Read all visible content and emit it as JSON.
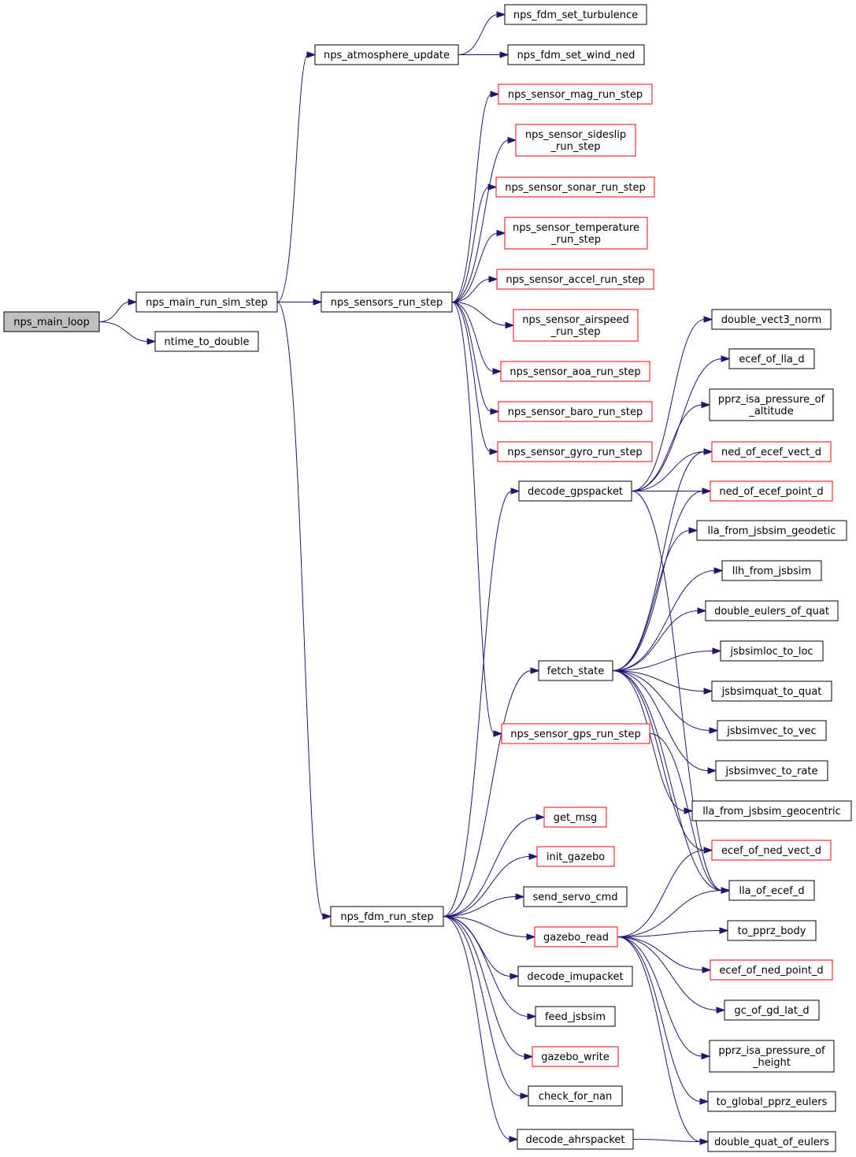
{
  "colors": {
    "edge": "#191970",
    "node_border": "#000000",
    "node_border_incomplete": "#ff0000",
    "root_fill": "#bfbfbf"
  },
  "nodes": {
    "nps_main_loop": {
      "label": [
        "nps_main_loop"
      ],
      "style": "root"
    },
    "nps_main_run_sim_step": {
      "label": [
        "nps_main_run_sim_step"
      ],
      "style": "black"
    },
    "ntime_to_double": {
      "label": [
        "ntime_to_double"
      ],
      "style": "black"
    },
    "nps_atmosphere_update": {
      "label": [
        "nps_atmosphere_update"
      ],
      "style": "black"
    },
    "nps_fdm_set_turbulence": {
      "label": [
        "nps_fdm_set_turbulence"
      ],
      "style": "black"
    },
    "nps_fdm_set_wind_ned": {
      "label": [
        "nps_fdm_set_wind_ned"
      ],
      "style": "black"
    },
    "nps_sensors_run_step": {
      "label": [
        "nps_sensors_run_step"
      ],
      "style": "black"
    },
    "nps_sensor_mag_run_step": {
      "label": [
        "nps_sensor_mag_run_step"
      ],
      "style": "red"
    },
    "nps_sensor_sideslip_run_step": {
      "label": [
        "nps_sensor_sideslip",
        "_run_step"
      ],
      "style": "red"
    },
    "nps_sensor_sonar_run_step": {
      "label": [
        "nps_sensor_sonar_run_step"
      ],
      "style": "red"
    },
    "nps_sensor_temperature_run_step": {
      "label": [
        "nps_sensor_temperature",
        "_run_step"
      ],
      "style": "red"
    },
    "nps_sensor_accel_run_step": {
      "label": [
        "nps_sensor_accel_run_step"
      ],
      "style": "red"
    },
    "nps_sensor_airspeed_run_step": {
      "label": [
        "nps_sensor_airspeed",
        "_run_step"
      ],
      "style": "red"
    },
    "nps_sensor_aoa_run_step": {
      "label": [
        "nps_sensor_aoa_run_step"
      ],
      "style": "red"
    },
    "nps_sensor_baro_run_step": {
      "label": [
        "nps_sensor_baro_run_step"
      ],
      "style": "red"
    },
    "nps_sensor_gyro_run_step": {
      "label": [
        "nps_sensor_gyro_run_step"
      ],
      "style": "red"
    },
    "nps_sensor_gps_run_step": {
      "label": [
        "nps_sensor_gps_run_step"
      ],
      "style": "red"
    },
    "decode_gpspacket": {
      "label": [
        "decode_gpspacket"
      ],
      "style": "black"
    },
    "fetch_state": {
      "label": [
        "fetch_state"
      ],
      "style": "black"
    },
    "nps_fdm_run_step": {
      "label": [
        "nps_fdm_run_step"
      ],
      "style": "black"
    },
    "double_vect3_norm": {
      "label": [
        "double_vect3_norm"
      ],
      "style": "black"
    },
    "ecef_of_lla_d": {
      "label": [
        "ecef_of_lla_d"
      ],
      "style": "black"
    },
    "pprz_isa_pressure_of_altitude": {
      "label": [
        "pprz_isa_pressure_of",
        "_altitude"
      ],
      "style": "black"
    },
    "ned_of_ecef_vect_d": {
      "label": [
        "ned_of_ecef_vect_d"
      ],
      "style": "red"
    },
    "ned_of_ecef_point_d": {
      "label": [
        "ned_of_ecef_point_d"
      ],
      "style": "red"
    },
    "lla_from_jsbsim_geodetic": {
      "label": [
        "lla_from_jsbsim_geodetic"
      ],
      "style": "black"
    },
    "llh_from_jsbsim": {
      "label": [
        "llh_from_jsbsim"
      ],
      "style": "black"
    },
    "double_eulers_of_quat": {
      "label": [
        "double_eulers_of_quat"
      ],
      "style": "black"
    },
    "jsbsimloc_to_loc": {
      "label": [
        "jsbsimloc_to_loc"
      ],
      "style": "black"
    },
    "jsbsimquat_to_quat": {
      "label": [
        "jsbsimquat_to_quat"
      ],
      "style": "black"
    },
    "jsbsimvec_to_vec": {
      "label": [
        "jsbsimvec_to_vec"
      ],
      "style": "black"
    },
    "jsbsimvec_to_rate": {
      "label": [
        "jsbsimvec_to_rate"
      ],
      "style": "black"
    },
    "lla_from_jsbsim_geocentric": {
      "label": [
        "lla_from_jsbsim_geocentric"
      ],
      "style": "black"
    },
    "ecef_of_ned_vect_d": {
      "label": [
        "ecef_of_ned_vect_d"
      ],
      "style": "red"
    },
    "lla_of_ecef_d": {
      "label": [
        "lla_of_ecef_d"
      ],
      "style": "black"
    },
    "get_msg": {
      "label": [
        "get_msg"
      ],
      "style": "red"
    },
    "init_gazebo": {
      "label": [
        "init_gazebo"
      ],
      "style": "red"
    },
    "send_servo_cmd": {
      "label": [
        "send_servo_cmd"
      ],
      "style": "black"
    },
    "gazebo_read": {
      "label": [
        "gazebo_read"
      ],
      "style": "red"
    },
    "decode_imupacket": {
      "label": [
        "decode_imupacket"
      ],
      "style": "black"
    },
    "feed_jsbsim": {
      "label": [
        "feed_jsbsim"
      ],
      "style": "black"
    },
    "gazebo_write": {
      "label": [
        "gazebo_write"
      ],
      "style": "red"
    },
    "check_for_nan": {
      "label": [
        "check_for_nan"
      ],
      "style": "black"
    },
    "decode_ahrspacket": {
      "label": [
        "decode_ahrspacket"
      ],
      "style": "black"
    },
    "to_pprz_body": {
      "label": [
        "to_pprz_body"
      ],
      "style": "black"
    },
    "ecef_of_ned_point_d": {
      "label": [
        "ecef_of_ned_point_d"
      ],
      "style": "red"
    },
    "gc_of_gd_lat_d": {
      "label": [
        "gc_of_gd_lat_d"
      ],
      "style": "black"
    },
    "pprz_isa_pressure_of_height": {
      "label": [
        "pprz_isa_pressure_of",
        "_height"
      ],
      "style": "black"
    },
    "to_global_pprz_eulers": {
      "label": [
        "to_global_pprz_eulers"
      ],
      "style": "black"
    },
    "double_quat_of_eulers": {
      "label": [
        "double_quat_of_eulers"
      ],
      "style": "black"
    }
  },
  "edges": [
    [
      "nps_main_loop",
      "nps_main_run_sim_step"
    ],
    [
      "nps_main_loop",
      "ntime_to_double"
    ],
    [
      "nps_main_run_sim_step",
      "nps_atmosphere_update"
    ],
    [
      "nps_main_run_sim_step",
      "nps_sensors_run_step"
    ],
    [
      "nps_main_run_sim_step",
      "nps_fdm_run_step"
    ],
    [
      "nps_atmosphere_update",
      "nps_fdm_set_turbulence"
    ],
    [
      "nps_atmosphere_update",
      "nps_fdm_set_wind_ned"
    ],
    [
      "nps_sensors_run_step",
      "nps_sensor_mag_run_step"
    ],
    [
      "nps_sensors_run_step",
      "nps_sensor_sideslip_run_step"
    ],
    [
      "nps_sensors_run_step",
      "nps_sensor_sonar_run_step"
    ],
    [
      "nps_sensors_run_step",
      "nps_sensor_temperature_run_step"
    ],
    [
      "nps_sensors_run_step",
      "nps_sensor_accel_run_step"
    ],
    [
      "nps_sensors_run_step",
      "nps_sensor_airspeed_run_step"
    ],
    [
      "nps_sensors_run_step",
      "nps_sensor_aoa_run_step"
    ],
    [
      "nps_sensors_run_step",
      "nps_sensor_baro_run_step"
    ],
    [
      "nps_sensors_run_step",
      "nps_sensor_gyro_run_step"
    ],
    [
      "nps_sensors_run_step",
      "nps_sensor_gps_run_step"
    ],
    [
      "decode_gpspacket",
      "double_vect3_norm"
    ],
    [
      "decode_gpspacket",
      "ecef_of_lla_d"
    ],
    [
      "decode_gpspacket",
      "pprz_isa_pressure_of_altitude"
    ],
    [
      "decode_gpspacket",
      "ned_of_ecef_vect_d"
    ],
    [
      "decode_gpspacket",
      "ned_of_ecef_point_d"
    ],
    [
      "decode_gpspacket",
      "lla_of_ecef_d"
    ],
    [
      "fetch_state",
      "ned_of_ecef_vect_d"
    ],
    [
      "fetch_state",
      "ned_of_ecef_point_d"
    ],
    [
      "fetch_state",
      "lla_from_jsbsim_geodetic"
    ],
    [
      "fetch_state",
      "llh_from_jsbsim"
    ],
    [
      "fetch_state",
      "double_eulers_of_quat"
    ],
    [
      "fetch_state",
      "jsbsimloc_to_loc"
    ],
    [
      "fetch_state",
      "jsbsimquat_to_quat"
    ],
    [
      "fetch_state",
      "jsbsimvec_to_vec"
    ],
    [
      "fetch_state",
      "jsbsimvec_to_rate"
    ],
    [
      "fetch_state",
      "lla_from_jsbsim_geocentric"
    ],
    [
      "fetch_state",
      "ecef_of_ned_vect_d"
    ],
    [
      "fetch_state",
      "lla_of_ecef_d"
    ],
    [
      "nps_sensor_gps_run_step",
      "lla_of_ecef_d"
    ],
    [
      "nps_fdm_run_step",
      "decode_gpspacket"
    ],
    [
      "nps_fdm_run_step",
      "fetch_state"
    ],
    [
      "nps_fdm_run_step",
      "get_msg"
    ],
    [
      "nps_fdm_run_step",
      "init_gazebo"
    ],
    [
      "nps_fdm_run_step",
      "send_servo_cmd"
    ],
    [
      "nps_fdm_run_step",
      "gazebo_read"
    ],
    [
      "nps_fdm_run_step",
      "decode_imupacket"
    ],
    [
      "nps_fdm_run_step",
      "feed_jsbsim"
    ],
    [
      "nps_fdm_run_step",
      "gazebo_write"
    ],
    [
      "nps_fdm_run_step",
      "check_for_nan"
    ],
    [
      "nps_fdm_run_step",
      "decode_ahrspacket"
    ],
    [
      "gazebo_read",
      "ecef_of_ned_vect_d"
    ],
    [
      "gazebo_read",
      "lla_of_ecef_d"
    ],
    [
      "gazebo_read",
      "to_pprz_body"
    ],
    [
      "gazebo_read",
      "ecef_of_ned_point_d"
    ],
    [
      "gazebo_read",
      "gc_of_gd_lat_d"
    ],
    [
      "gazebo_read",
      "pprz_isa_pressure_of_height"
    ],
    [
      "gazebo_read",
      "to_global_pprz_eulers"
    ],
    [
      "gazebo_read",
      "double_quat_of_eulers"
    ],
    [
      "decode_ahrspacket",
      "double_quat_of_eulers"
    ]
  ]
}
